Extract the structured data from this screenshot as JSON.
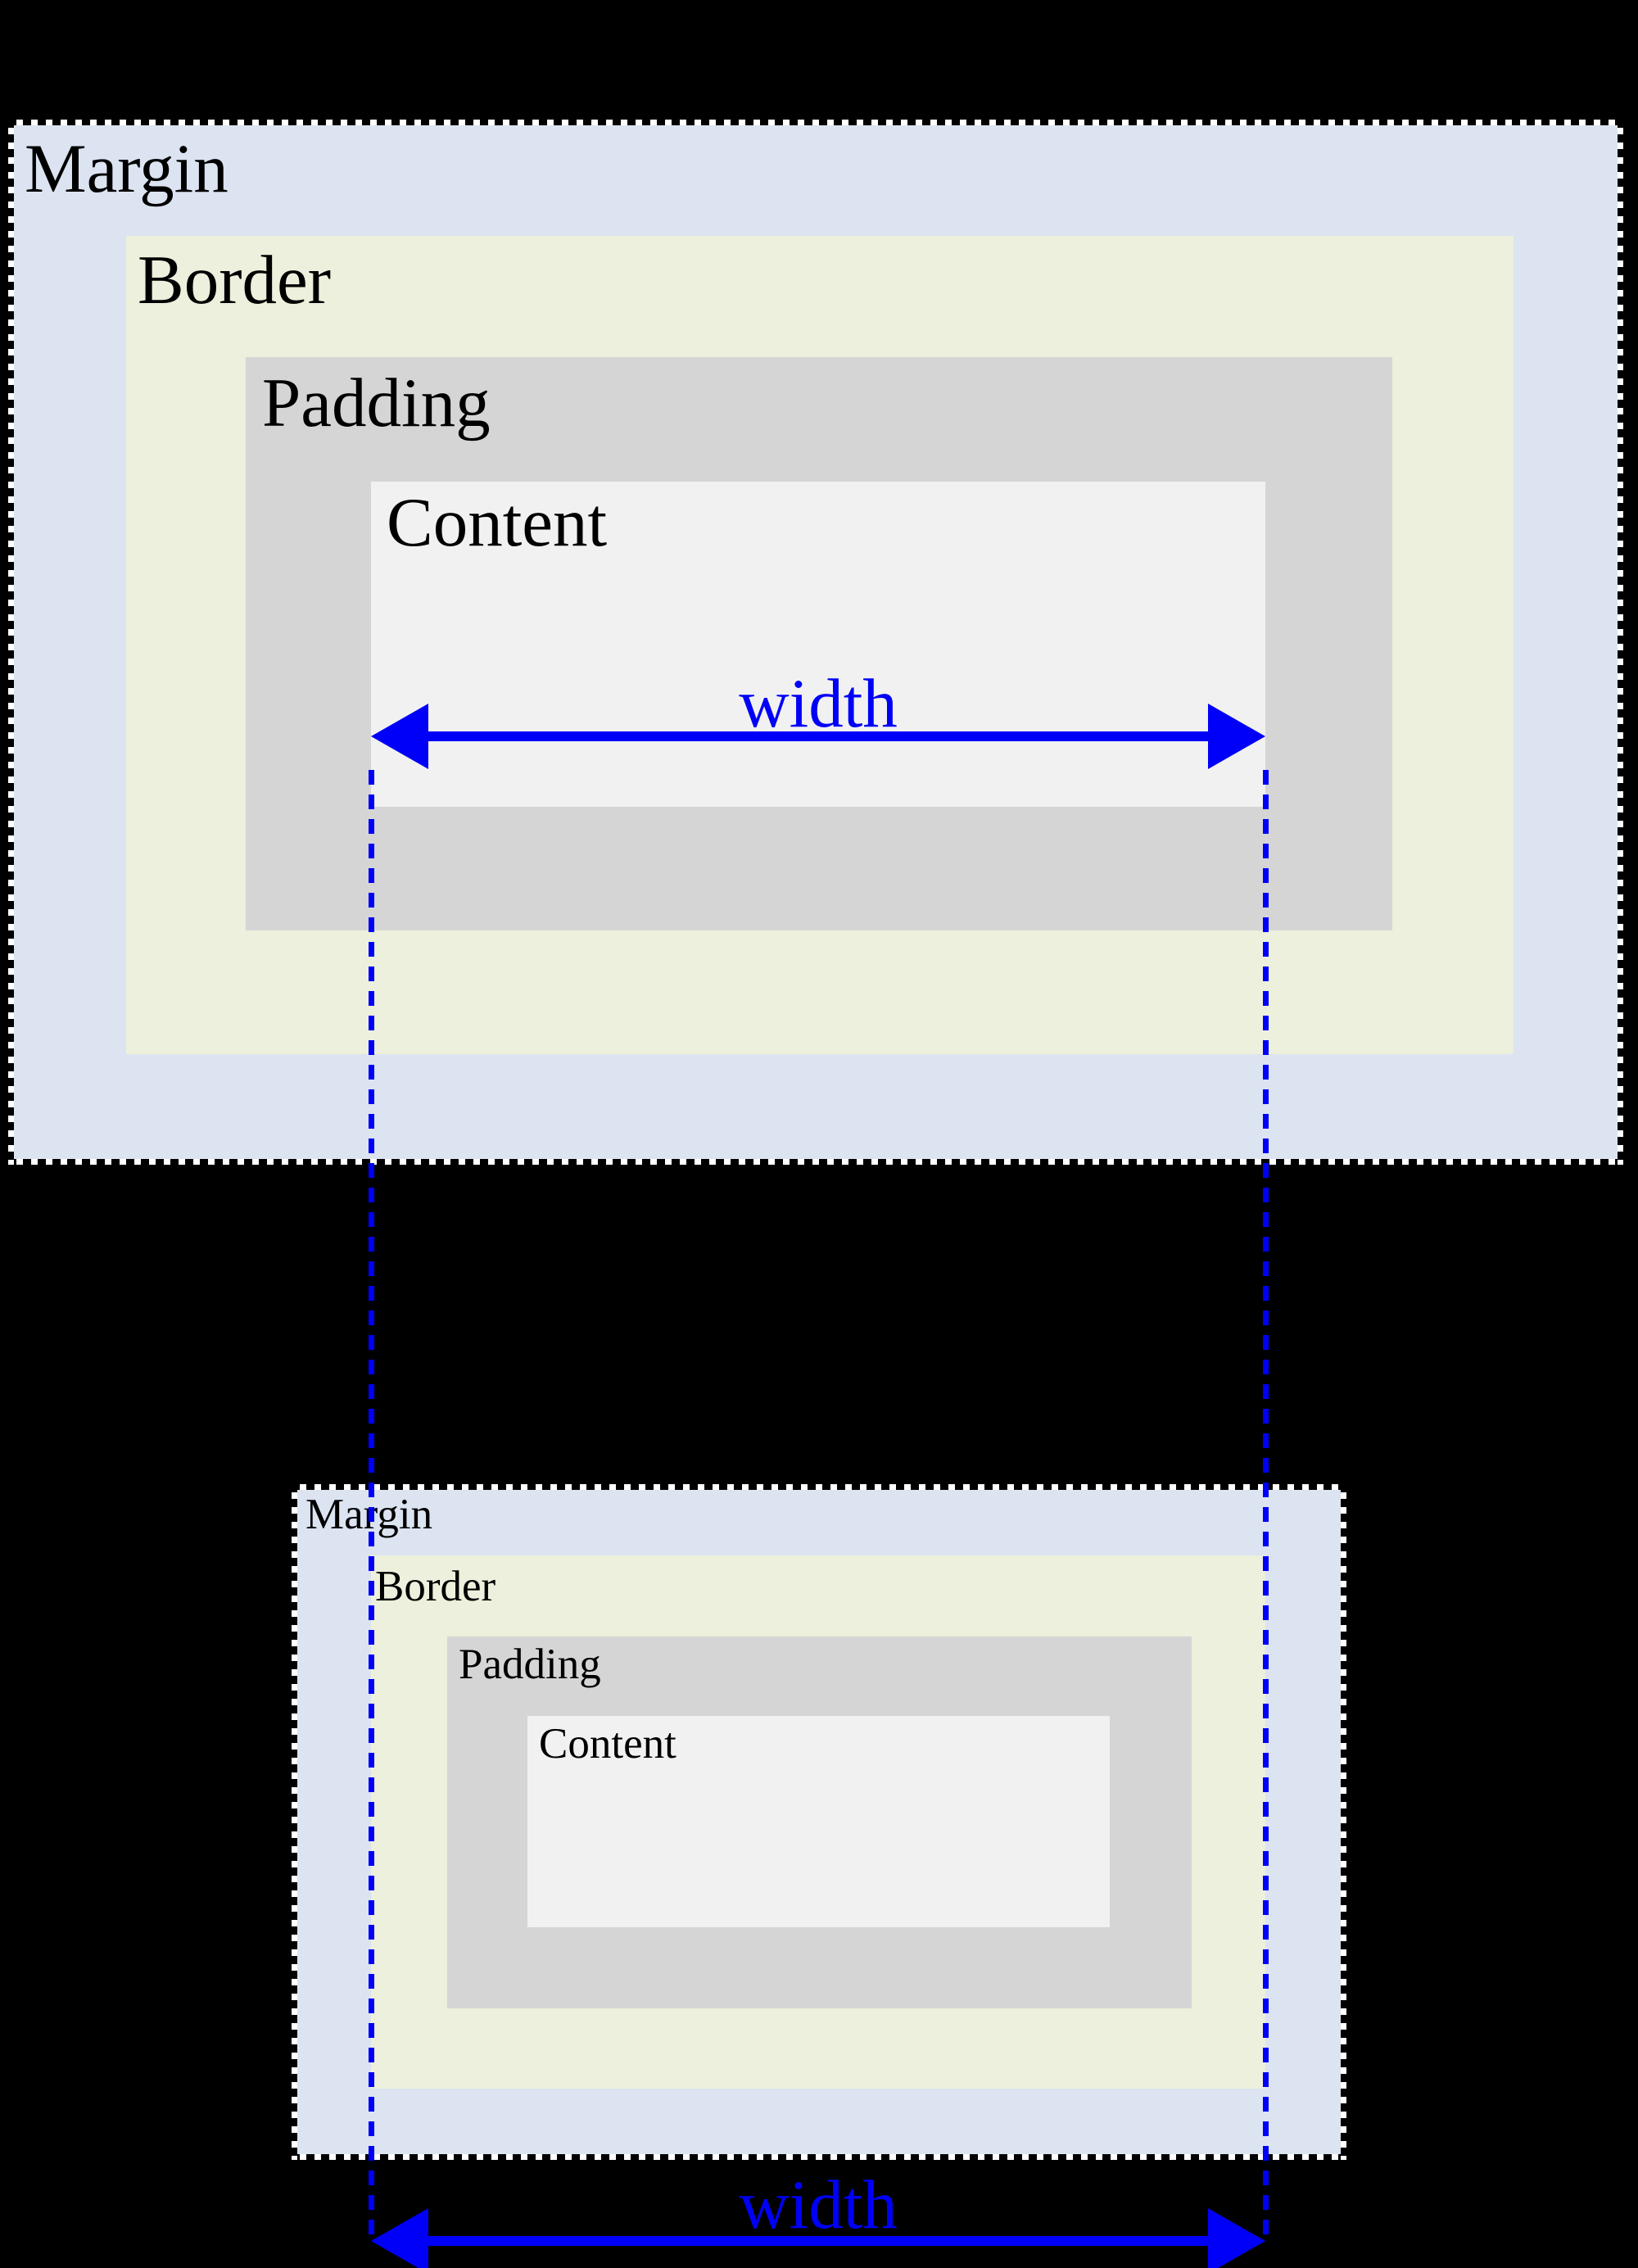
{
  "palette": {
    "margin_fill": "#dce3f1",
    "border_fill": "#ecf0dc",
    "padding_fill": "#d5d5d5",
    "content_fill": "#f1f1f1",
    "accent": "#0000f8",
    "dash": "#000000",
    "dash_gap": "#ffffff",
    "background": "#000000",
    "label_color": "#000000"
  },
  "top": {
    "margin": "Margin",
    "border": "Border",
    "padding": "Padding",
    "content": "Content",
    "width": "width"
  },
  "bottom": {
    "margin": "Margin",
    "border": "Border",
    "padding": "Padding",
    "content": "Content",
    "width": "width"
  }
}
